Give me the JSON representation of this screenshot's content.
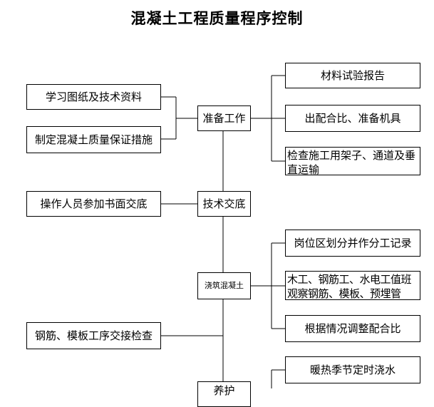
{
  "title": "混凝土工程质量程序控制",
  "center_nodes": {
    "prepare": "准备工作",
    "tech": "技术交底",
    "pour": "浇筑混凝土",
    "curing": "养护"
  },
  "left_nodes": {
    "study": "学习图纸及技术资料",
    "plan": "制定混凝土质量保证措施",
    "briefing": "操作人员参加书面交底",
    "inspect": "钢筋、模板工序交接检查"
  },
  "right_nodes": {
    "material": "材料试验报告",
    "mix": "出配合比、准备机具",
    "scaffold": "检查施工用架子、通道及垂直运输",
    "post": "岗位区划分并作分工记录",
    "duty": "木工、钢筋工、水电工值班观察钢筋、模板、预埋管",
    "adjust": "根据情况调整配合比",
    "warm": "暖热季节定时浇水"
  }
}
